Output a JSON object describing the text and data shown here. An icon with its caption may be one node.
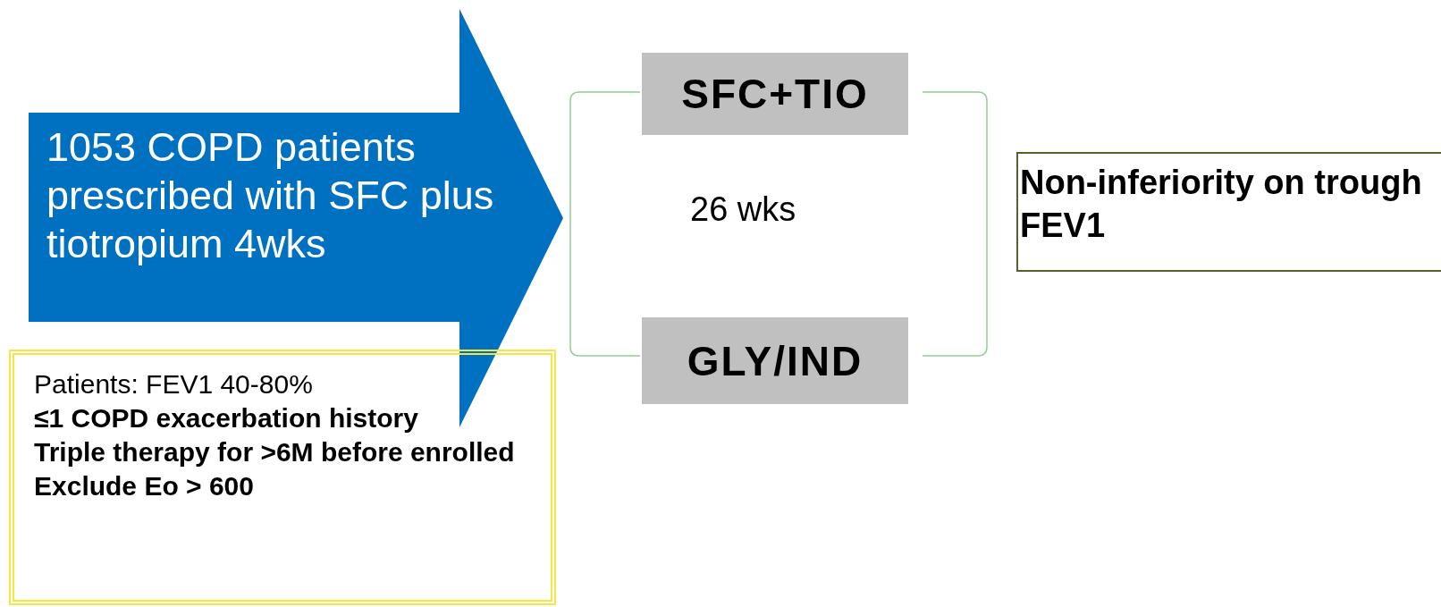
{
  "diagram": {
    "nodes": [
      {
        "text": [
          "1053 COPD patients prescribed with SFC plus tiotropium 4wks"
        ]
      },
      {
        "text": [
          "Patients: FEV1 40-80%",
          "≤1 COPD exacerbation history",
          "Triple therapy for >6M before enrolled",
          "Exclude Eo > 600"
        ]
      },
      {
        "text": [
          "SFC+TIO"
        ]
      },
      {
        "text": [
          "GLY/IND"
        ]
      },
      {
        "text": [
          "Non-inferiority on trough FEV1"
        ]
      }
    ],
    "labels": [
      "26 wks"
    ]
  }
}
